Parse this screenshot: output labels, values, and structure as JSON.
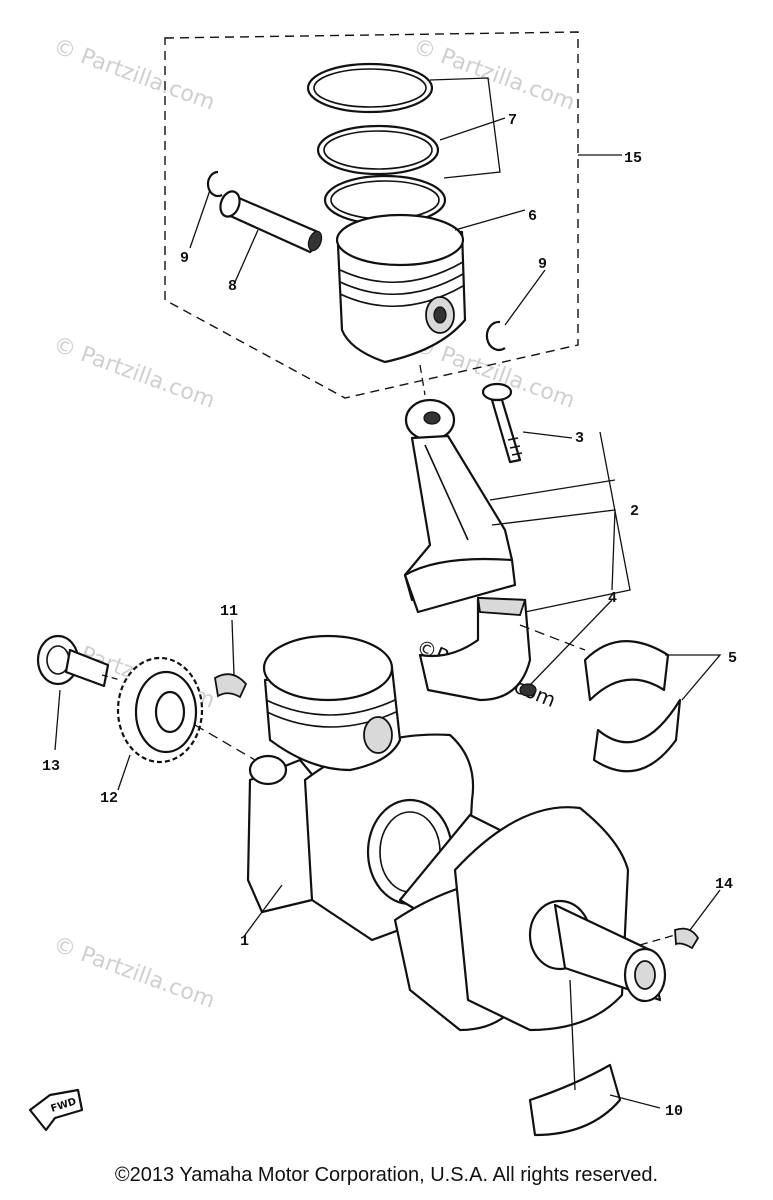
{
  "watermark": "© Partzilla.com",
  "watermark_center": "©Partzilla.com",
  "fwd_label": "FWD",
  "copyright": "©2013  Yamaha Motor Corporation, U.S.A. All rights reserved.",
  "callouts": {
    "c1": "1",
    "c2": "2",
    "c3": "3",
    "c4": "4",
    "c5": "5",
    "c6": "6",
    "c7": "7",
    "c8": "8",
    "c9a": "9",
    "c9b": "9",
    "c10": "10",
    "c11": "11",
    "c12": "12",
    "c13": "13",
    "c14": "14",
    "c15": "15"
  }
}
